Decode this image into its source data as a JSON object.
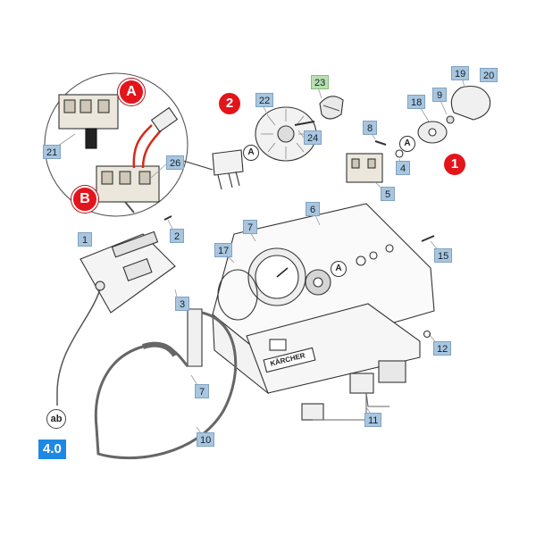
{
  "labels": {
    "l1": "1",
    "l2": "2",
    "l3": "3",
    "l4": "4",
    "l5": "5",
    "l6": "6",
    "l7a": "7",
    "l7b": "7",
    "l8": "8",
    "l9": "9",
    "l10": "10",
    "l11": "11",
    "l12": "12",
    "l15": "15",
    "l17": "17",
    "l18": "18",
    "l19": "19",
    "l20": "20",
    "l21": "21",
    "l22": "22",
    "l23": "23",
    "l24": "24",
    "l26": "26"
  },
  "callouts": {
    "a": "A",
    "b": "B",
    "step1": "1",
    "step2": "2"
  },
  "symbols": {
    "ab": "ab",
    "a_marker": "A"
  },
  "version": "4.0",
  "brand": "KÄRCHER",
  "colors": {
    "label_bg": "#a9c6de",
    "label_green": "#b8e0b0",
    "accent_red": "#e3141b",
    "version_blue": "#1e88e5"
  }
}
